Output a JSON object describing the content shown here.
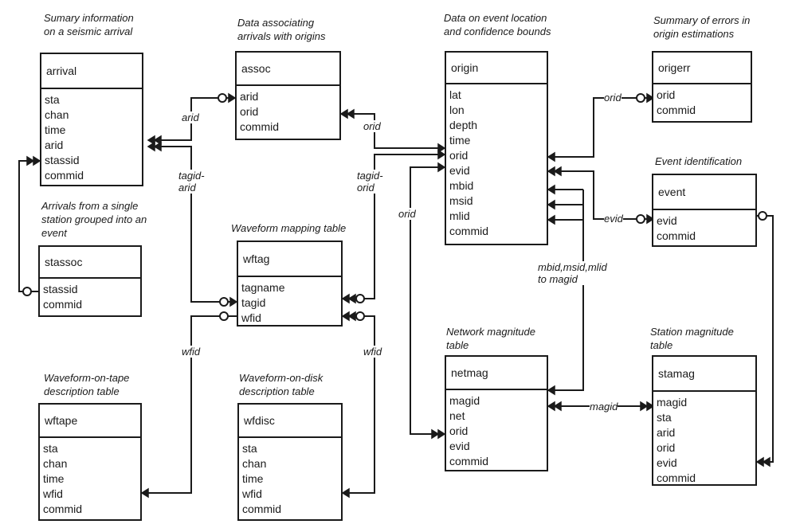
{
  "captions": {
    "arrival": [
      "Sumary information",
      "on a seismic arrival"
    ],
    "assoc": [
      "Data associating",
      "arrivals with origins"
    ],
    "origin": [
      "Data on event location",
      "and confidence bounds"
    ],
    "origerr": [
      "Summary of errors in",
      "origin estimations"
    ],
    "event": [
      "Event identification"
    ],
    "stassoc": [
      "Arrivals from a single",
      "station grouped into an",
      "event"
    ],
    "wftag": [
      "Waveform mapping table"
    ],
    "netmag": [
      "Network magnitude",
      "table"
    ],
    "stamag": [
      "Station magnitude",
      "table"
    ],
    "wftape": [
      "Waveform-on-tape",
      "description table"
    ],
    "wfdisc": [
      "Waveform-on-disk",
      "description table"
    ]
  },
  "tables": {
    "arrival": {
      "name": "arrival",
      "fields": [
        "sta",
        "chan",
        "time",
        "arid",
        "stassid",
        "commid"
      ]
    },
    "assoc": {
      "name": "assoc",
      "fields": [
        "arid",
        "orid",
        "commid"
      ]
    },
    "origin": {
      "name": "origin",
      "fields": [
        "lat",
        "lon",
        "depth",
        "time",
        "orid",
        "evid",
        "mbid",
        "msid",
        "mlid",
        "commid"
      ]
    },
    "origerr": {
      "name": "origerr",
      "fields": [
        "orid",
        "commid"
      ]
    },
    "event": {
      "name": "event",
      "fields": [
        "evid",
        "commid"
      ]
    },
    "stassoc": {
      "name": "stassoc",
      "fields": [
        "stassid",
        "commid"
      ]
    },
    "wftag": {
      "name": "wftag",
      "fields": [
        "tagname",
        "tagid",
        "wfid"
      ]
    },
    "netmag": {
      "name": "netmag",
      "fields": [
        "magid",
        "net",
        "orid",
        "evid",
        "commid"
      ]
    },
    "stamag": {
      "name": "stamag",
      "fields": [
        "magid",
        "sta",
        "arid",
        "orid",
        "evid",
        "commid"
      ]
    },
    "wftape": {
      "name": "wftape",
      "fields": [
        "sta",
        "chan",
        "time",
        "wfid",
        "commid"
      ]
    },
    "wfdisc": {
      "name": "wfdisc",
      "fields": [
        "sta",
        "chan",
        "time",
        "wfid",
        "commid"
      ]
    }
  },
  "relations": {
    "arid": "arid",
    "tagid_arid": [
      "tagid-",
      "arid"
    ],
    "orid_assoc": "orid",
    "tagid_orid": [
      "tagid-",
      "orid"
    ],
    "orid_netmag": "orid",
    "orid_origerr": "orid",
    "evid_event": "evid",
    "mbid_magid": [
      "mbid,msid,mlid",
      "to magid"
    ],
    "magid": "magid",
    "wfid_tape": "wfid",
    "wfid_disc": "wfid"
  }
}
